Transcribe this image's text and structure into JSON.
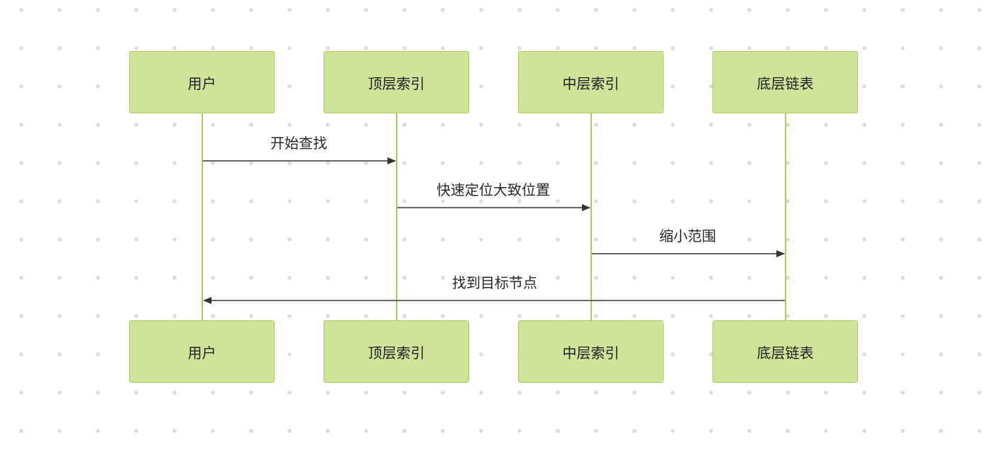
{
  "participants": [
    {
      "id": "user",
      "label": "用户"
    },
    {
      "id": "top",
      "label": "顶层索引"
    },
    {
      "id": "mid",
      "label": "中层索引"
    },
    {
      "id": "bottom",
      "label": "底层链表"
    }
  ],
  "messages": [
    {
      "from": "user",
      "to": "top",
      "label": "开始查找"
    },
    {
      "from": "top",
      "to": "mid",
      "label": "快速定位大致位置"
    },
    {
      "from": "mid",
      "to": "bottom",
      "label": "缩小范围"
    },
    {
      "from": "bottom",
      "to": "user",
      "label": "找到目标节点"
    }
  ],
  "colors": {
    "box_fill": "#cfe39a",
    "box_border": "#a9cc5a",
    "lifeline": "#a9cc5a",
    "arrow": "#333333"
  }
}
